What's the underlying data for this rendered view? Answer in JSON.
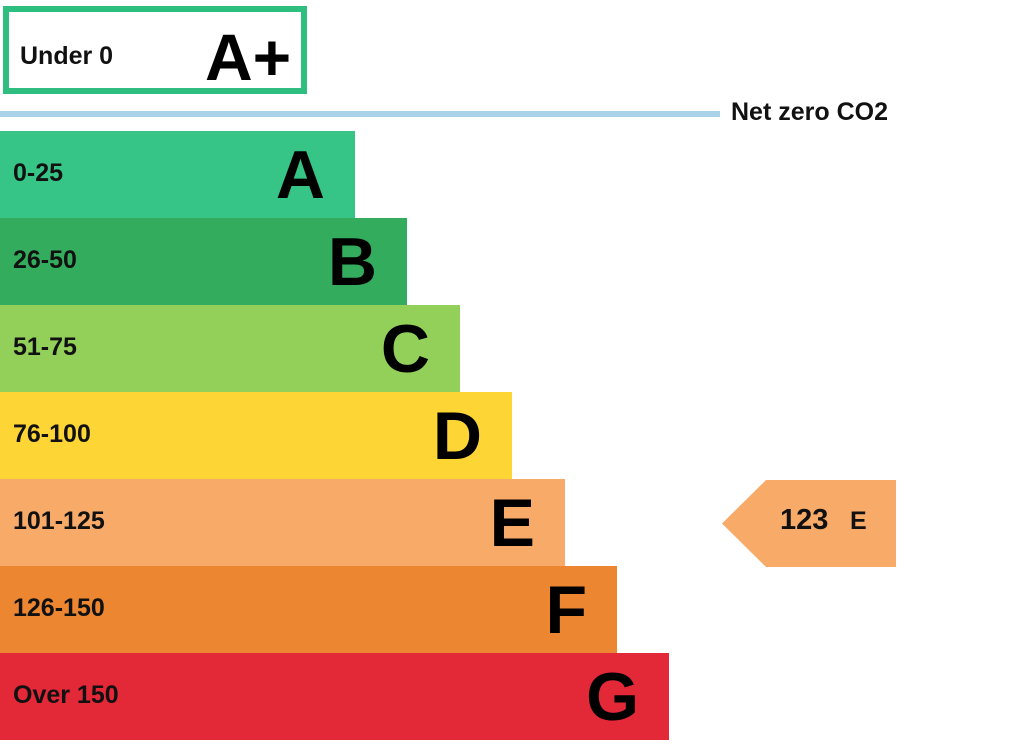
{
  "chart_data": {
    "type": "bar",
    "top_band": {
      "range": "Under 0",
      "letter": "A+",
      "color": "#2ebf80"
    },
    "threshold": {
      "label": "Net zero CO2",
      "color": "#a9d3e8"
    },
    "bands": [
      {
        "range": "0-25",
        "letter": "A",
        "color": "#36c586"
      },
      {
        "range": "26-50",
        "letter": "B",
        "color": "#33ad5d"
      },
      {
        "range": "51-75",
        "letter": "C",
        "color": "#93d05a"
      },
      {
        "range": "76-100",
        "letter": "D",
        "color": "#fdd535"
      },
      {
        "range": "101-125",
        "letter": "E",
        "color": "#f8aa69"
      },
      {
        "range": "126-150",
        "letter": "F",
        "color": "#ec8631"
      },
      {
        "range": "Over 150",
        "letter": "G",
        "color": "#e32838"
      }
    ],
    "current": {
      "value": "123",
      "letter": "E",
      "band_index": 4,
      "color": "#f8aa69"
    }
  }
}
